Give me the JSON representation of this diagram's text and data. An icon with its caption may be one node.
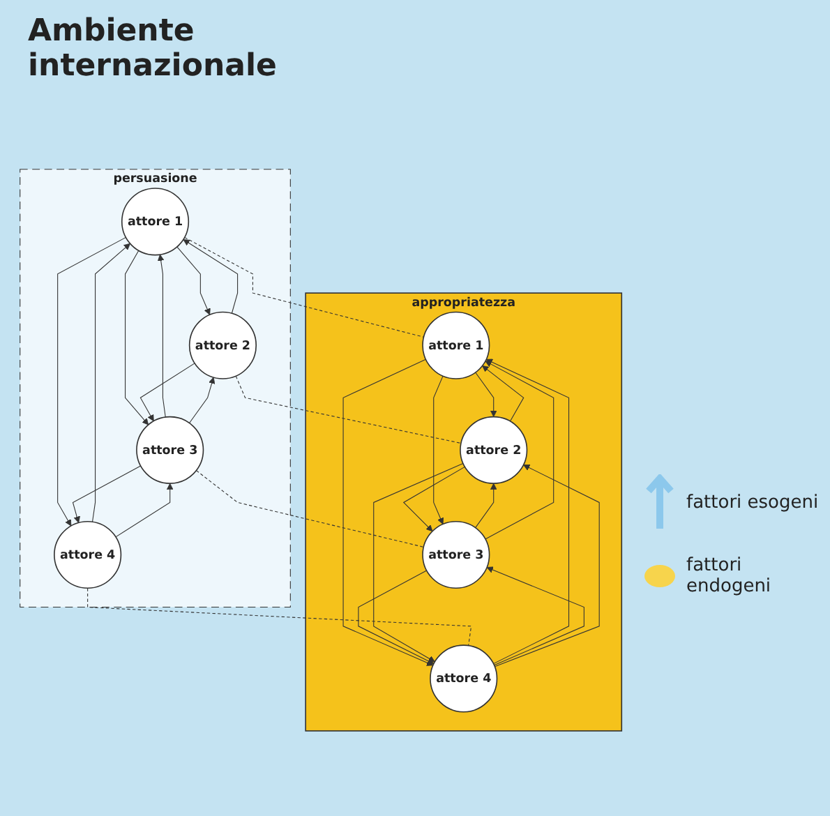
{
  "diagram": {
    "title": "Ambiente internazionale",
    "nodes": [
      {
        "text": [
          "appropriatezza"
        ]
      },
      {
        "text": [
          "attore 1"
        ],
        "in": 0
      },
      {
        "text": [
          "attore 2"
        ],
        "in": 0
      },
      {
        "text": [
          "attore 4"
        ],
        "in": 0
      },
      {
        "text": [
          "attore 3"
        ],
        "in": 0
      },
      {
        "text": [
          "persuasione"
        ]
      },
      {
        "text": [
          "attore 1"
        ],
        "in": 5
      },
      {
        "text": [
          "attore 2"
        ],
        "in": 5
      },
      {
        "text": [
          "attore 4"
        ],
        "in": 5
      },
      {
        "text": [
          "attore 3"
        ],
        "in": 5
      }
    ],
    "edges": [
      {
        "from": 1,
        "to": 2,
        "arrow": "to"
      },
      {
        "from": 2,
        "to": 1,
        "arrow": "to"
      },
      {
        "from": 1,
        "to": 3,
        "arrow": "to"
      },
      {
        "from": 3,
        "to": 1,
        "arrow": "to"
      },
      {
        "from": 2,
        "to": 4,
        "arrow": "to"
      },
      {
        "from": 4,
        "to": 2,
        "arrow": "to"
      },
      {
        "from": 3,
        "to": 4,
        "arrow": "to"
      },
      {
        "from": 4,
        "to": 3,
        "arrow": "to"
      },
      {
        "from": 1,
        "to": 4,
        "arrow": "to"
      },
      {
        "from": 4,
        "to": 1,
        "arrow": "to"
      },
      {
        "from": 2,
        "to": 3,
        "arrow": "to"
      },
      {
        "from": 3,
        "to": 2,
        "arrow": "to"
      },
      {
        "from": 6,
        "to": 7,
        "arrow": "to"
      },
      {
        "from": 7,
        "to": 6,
        "arrow": "to"
      },
      {
        "from": 6,
        "to": 8,
        "arrow": "to"
      },
      {
        "from": 8,
        "to": 6,
        "arrow": "to"
      },
      {
        "from": 6,
        "to": 9,
        "arrow": "to"
      },
      {
        "from": 9,
        "to": 6,
        "arrow": "to"
      },
      {
        "from": 7,
        "to": 9,
        "arrow": "to"
      },
      {
        "from": 9,
        "to": 7,
        "arrow": "to"
      },
      {
        "from": 8,
        "to": 9,
        "arrow": "to"
      },
      {
        "from": 9,
        "to": 8,
        "arrow": "to"
      },
      {
        "from": 6,
        "to": 1,
        "arrow": "none",
        "style": "dashed"
      },
      {
        "from": 7,
        "to": 2,
        "arrow": "none",
        "style": "dashed"
      },
      {
        "from": 8,
        "to": 3,
        "arrow": "none",
        "style": "dashed"
      },
      {
        "from": 9,
        "to": 4,
        "arrow": "none",
        "style": "dashed"
      }
    ],
    "legend": [
      {
        "text": "fattori esogeni"
      },
      {
        "text": "fattori endogeni",
        "color": "#f7d44c"
      }
    ]
  }
}
